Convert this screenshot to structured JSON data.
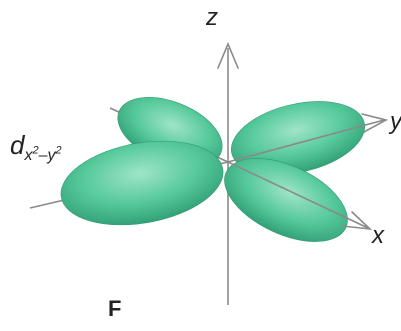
{
  "axes": {
    "z_label": "z",
    "y_label": "y",
    "x_label": "x"
  },
  "orbital": {
    "prefix": "d",
    "subscript_base_1": "x",
    "subscript_exp_1": "2",
    "subscript_sep": "–",
    "subscript_base_2": "y",
    "subscript_exp_2": "2"
  },
  "panel_label": "F",
  "colors": {
    "lobe_fill": "#56c99b",
    "lobe_dark": "#2f9c73",
    "lobe_highlight": "#9fe5c6",
    "axis": "#8a8a8a"
  }
}
